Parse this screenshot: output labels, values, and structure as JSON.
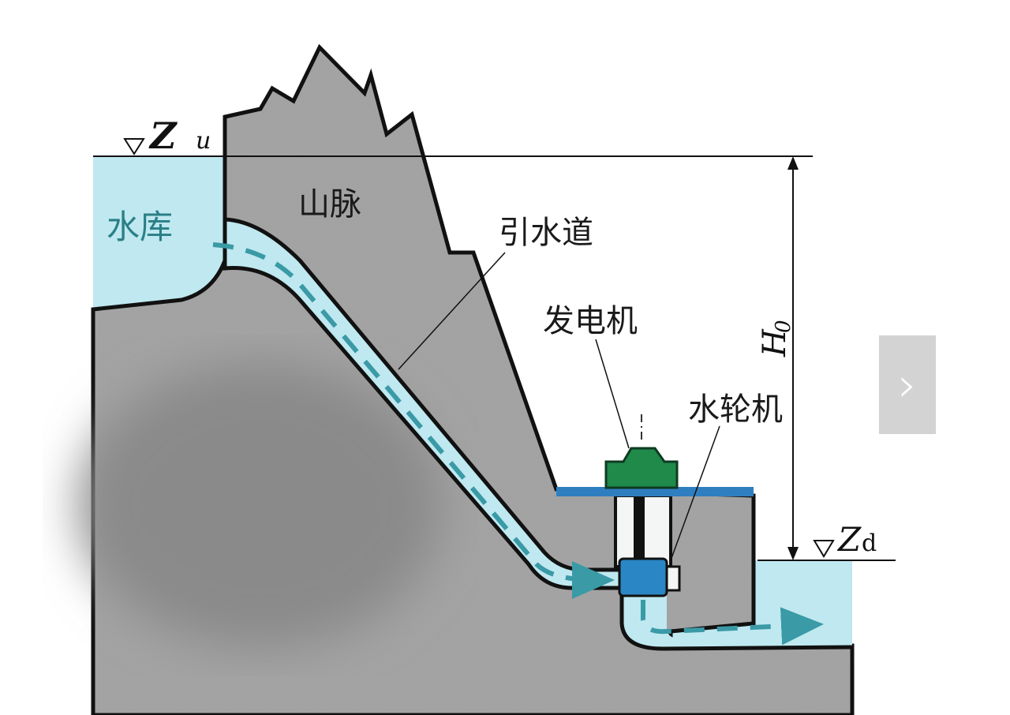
{
  "diagram": {
    "labels": {
      "upstream_level_symbol": "Z",
      "upstream_level_sub": "u",
      "reservoir": "水库",
      "mountain": "山脉",
      "penstock": "引水道",
      "generator": "发电机",
      "turbine": "水轮机",
      "head_symbol": "H",
      "head_sub": "0",
      "downstream_level_symbol": "Z",
      "downstream_level_sub": "d"
    },
    "colors": {
      "water": "#bfe8f0",
      "rock": "#8f8f8f",
      "generator": "#1f8a4a",
      "turbine": "#2a86c4",
      "flow_arrow": "#3a9aa6"
    }
  },
  "navigation": {
    "next_icon": "chevron-right-icon",
    "next_glyph": "›"
  }
}
